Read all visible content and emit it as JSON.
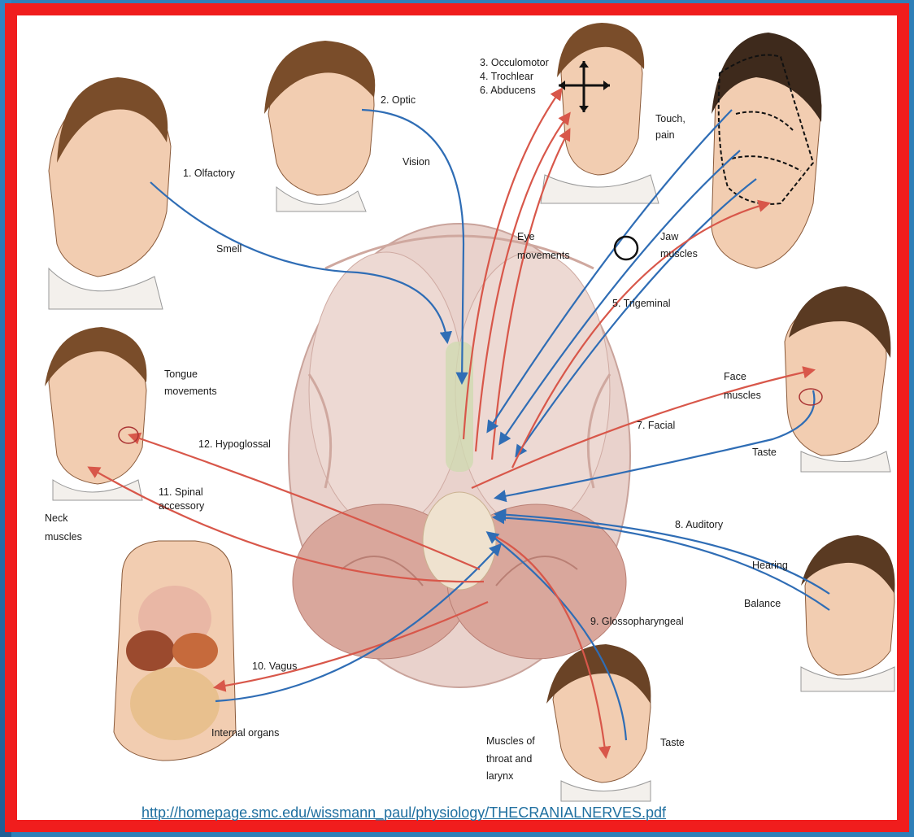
{
  "diagram": {
    "nerves": {
      "olfactory": "1. Olfactory",
      "optic": "2. Optic",
      "occulomotor": "3. Occulomotor",
      "trochlear": "4. Trochlear",
      "abducens": "6. Abducens",
      "trigeminal": "5. Trigeminal",
      "facial": "7. Facial",
      "auditory": "8. Auditory",
      "glossopharyngeal": "9. Glossopharyngeal",
      "vagus": "10. Vagus",
      "spinal_accessory": [
        "11. Spinal",
        "accessory"
      ],
      "hypoglossal": "12. Hypoglossal"
    },
    "functions": {
      "smell": "Smell",
      "vision": "Vision",
      "eye_movements": [
        "Eye",
        "movements"
      ],
      "touch_pain": [
        "Touch,",
        "pain"
      ],
      "jaw_muscles": [
        "Jaw",
        "muscles"
      ],
      "face_muscles": [
        "Face",
        "muscles"
      ],
      "taste_face": "Taste",
      "hearing": "Hearing",
      "balance": "Balance",
      "taste_throat": "Taste",
      "throat_muscles": [
        "Muscles of",
        "throat and",
        "larynx"
      ],
      "internal_organs": "Internal organs",
      "neck_muscles": [
        "Neck",
        "muscles"
      ],
      "tongue_movements": [
        "Tongue",
        "movements"
      ]
    },
    "colors": {
      "sensory": "#2f6db5",
      "motor": "#d8574a",
      "frame": "#f01d1d"
    }
  },
  "source_url": "http://homepage.smc.edu/wissmann_paul/physiology/THECRANIALNERVES.pdf"
}
